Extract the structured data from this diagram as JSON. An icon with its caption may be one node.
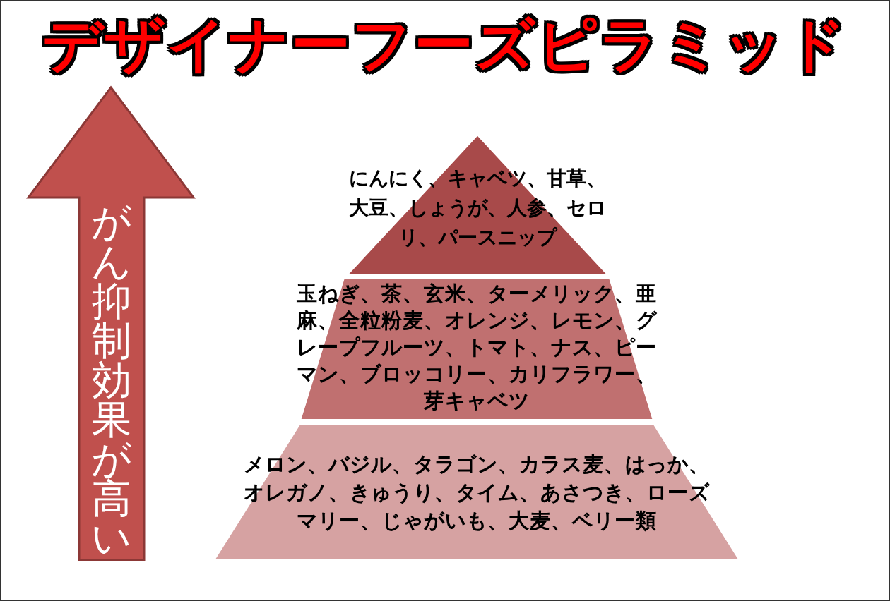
{
  "diagram": {
    "title": "デザイナーフーズピラミッド",
    "nodes": [
      {
        "text": [
          "にんにく、キャベツ、甘草、大豆、しょうが、人参、セロリ、パースニップ"
        ]
      },
      {
        "text": [
          "玉ねぎ、茶、玄米、ターメリック、亜麻、全粒粉麦、オレンジ、レモン、グレープフルーツ、トマト、ナス、ピーマン、ブロッコリー、カリフラワー、芽キャベツ"
        ]
      },
      {
        "text": [
          "メロン、バジル、タラゴン、カラス麦、はっか、オレガノ、きゅうり、タイム、あさつき、ローズマリー、じゃがいも、大麦、ベリー類"
        ]
      },
      {
        "text": [
          "がん抑制効果が高い"
        ]
      }
    ],
    "edges": []
  }
}
